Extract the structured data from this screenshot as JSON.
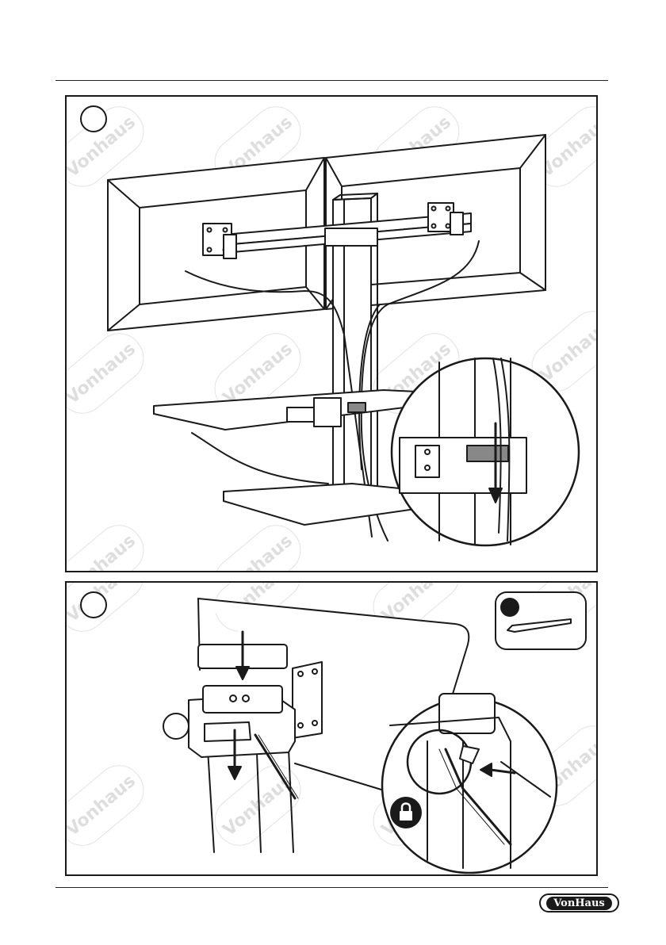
{
  "document": {
    "panels": [
      {
        "step": "",
        "detail": "cable-clip"
      },
      {
        "step": "",
        "detail": "hex-key-tightening"
      }
    ],
    "tool_badge": {
      "label": ""
    },
    "colors": {
      "line": "#1a1a1a",
      "cable_clip": "#888888",
      "watermark": "#e0e0e0"
    },
    "watermark_text": "Vonhaus",
    "icons": [
      "down-arrow-icon",
      "padlock-icon",
      "hex-key-icon"
    ]
  },
  "footer": {
    "logo_text": "VonHaus"
  }
}
